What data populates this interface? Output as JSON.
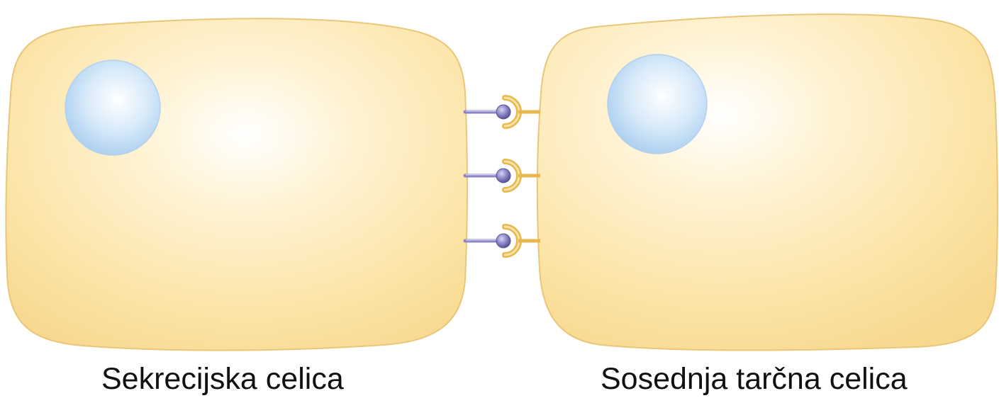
{
  "labels": {
    "secretory_cell": "Sekrecijska celica",
    "target_cell": "Sosednja tarčna celica"
  },
  "colors": {
    "cell_fill": "#fbe3a4",
    "cell_outline": "#e9c678",
    "nucleus_fill": "#c6e0f6",
    "ligand_color": "#8c86c6",
    "receptor_color": "#e8b84f",
    "text": "#111111"
  },
  "elements": {
    "ligand_receptor_pairs": 3
  }
}
